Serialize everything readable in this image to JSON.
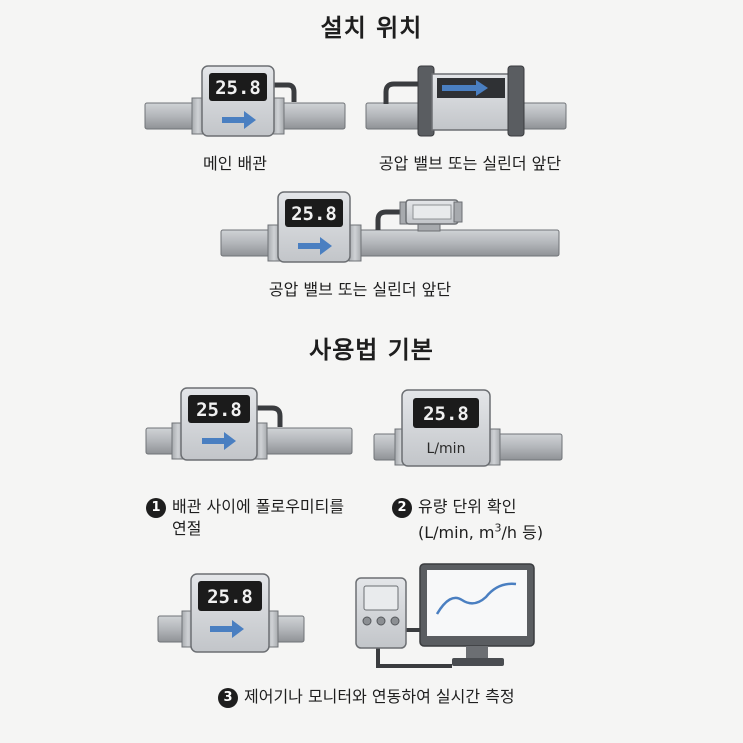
{
  "install_title": "설치 위치",
  "install_captions": {
    "main_pipe": "메인 배관",
    "valve_front_1": "공압 밸브 또는 실린더 앞단",
    "valve_front_2": "공압 밸브 또는 실린더 앞단"
  },
  "usage_title": "사용법 기본",
  "steps": [
    {
      "num": "1",
      "line1": "배관 사이에 폴로우미티를",
      "line2": "연절"
    },
    {
      "num": "2",
      "line1": "유량 단위 확인",
      "line2_pre": "(L/min, m",
      "line2_sup": "3",
      "line2_post": "/h 등)"
    },
    {
      "num": "3",
      "line1": "제어기나 모니터와 연동하여 실시간 측정"
    }
  ],
  "display": {
    "reading": "25.8",
    "unit": "L/min"
  },
  "colors": {
    "pipe": "#b5b8bc",
    "meter_body": "#d3d6da",
    "screen": "#1b1b1b",
    "arrow": "#4a7fc1",
    "chart_line": "#4a7fc1"
  }
}
